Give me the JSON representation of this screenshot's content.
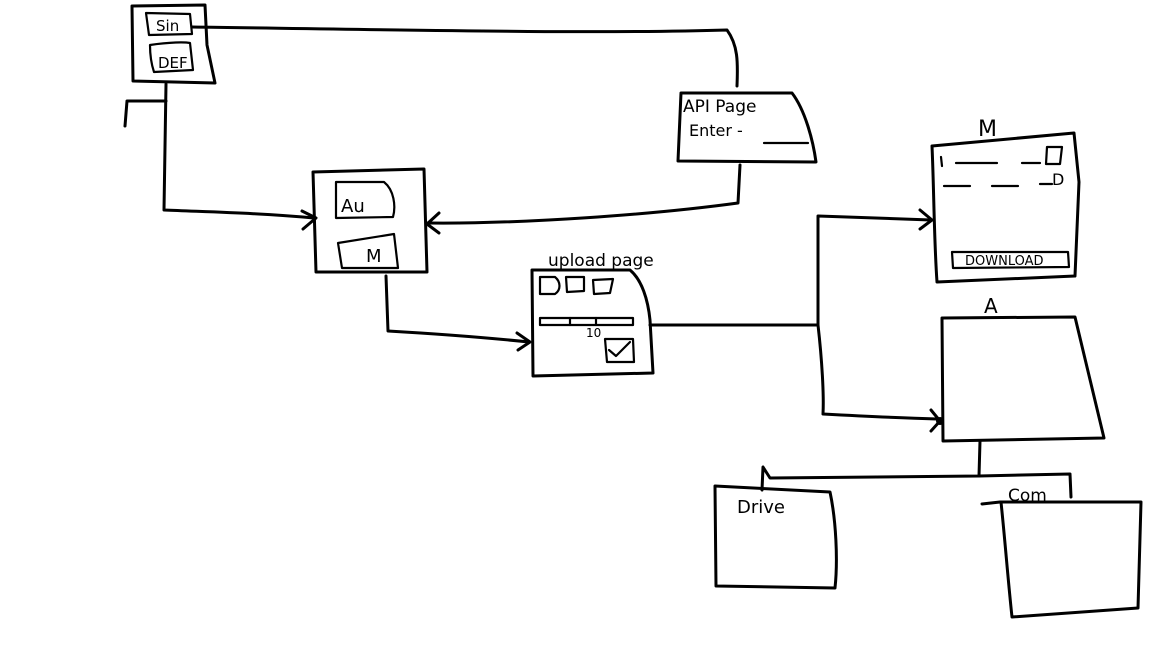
{
  "colors": {
    "ink": "#000000",
    "background": "#ffffff"
  },
  "login_screen": {
    "sign_in_label": "Sin",
    "default_label": "DEF"
  },
  "api_page": {
    "title": "API Page",
    "enter_label": "Enter -"
  },
  "auth_screen": {
    "au_label": "Au",
    "m_label": "M"
  },
  "upload_page": {
    "title": "upload page",
    "progress_value_label": "10"
  },
  "manual_result": {
    "title": "M",
    "row_suffix": "D",
    "download_label": "DOWNLOAD"
  },
  "auto_result": {
    "title": "A"
  },
  "drive_panel": {
    "label": "Drive"
  },
  "com_panel": {
    "label": "Com"
  }
}
